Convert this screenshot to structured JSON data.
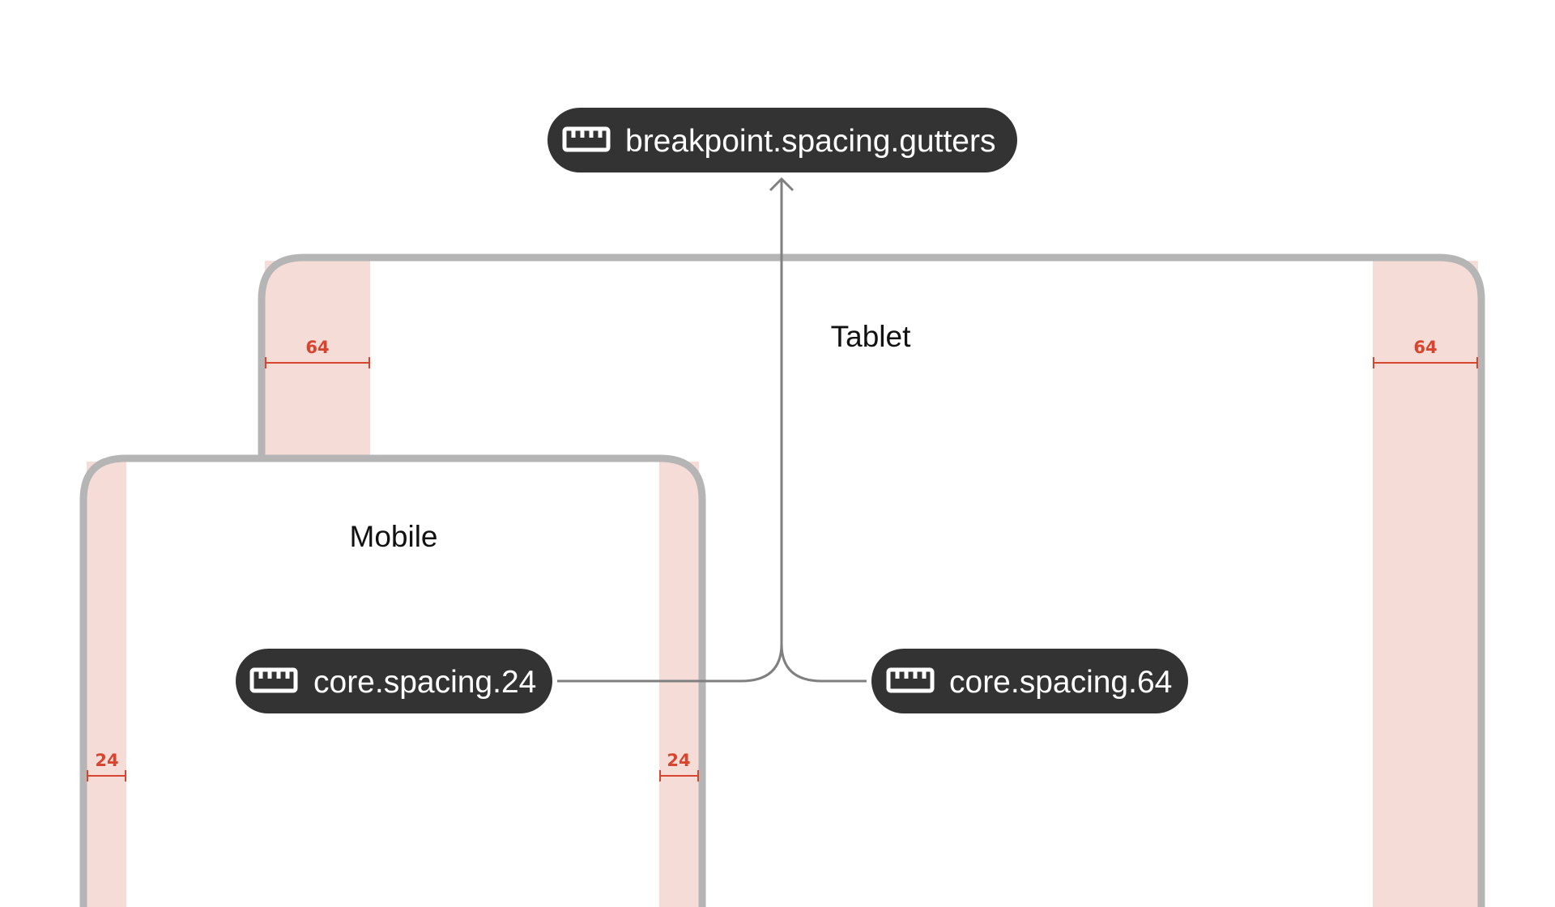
{
  "colors": {
    "frame_stroke": "#b5b5b5",
    "gutter_fill": "#f5dcd7",
    "measure_accent": "#d9442e",
    "pill_bg": "#333333",
    "pill_text": "#ffffff",
    "connector": "#808080"
  },
  "tokens": {
    "parent": {
      "label": "breakpoint.spacing.gutters",
      "icon": "ruler-icon"
    },
    "mobile": {
      "label": "core.spacing.24",
      "icon": "ruler-icon"
    },
    "tablet": {
      "label": "core.spacing.64",
      "icon": "ruler-icon"
    }
  },
  "frames": {
    "tablet": {
      "label": "Tablet",
      "gutter_value": "64"
    },
    "mobile": {
      "label": "Mobile",
      "gutter_value": "24"
    }
  }
}
